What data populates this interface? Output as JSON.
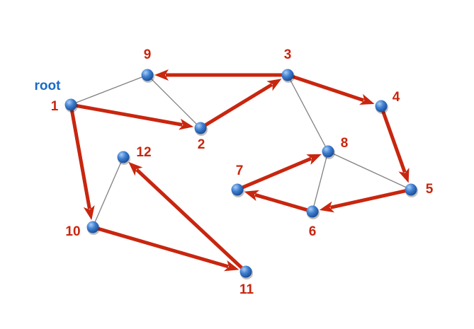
{
  "root_label": "root",
  "colors": {
    "tree_edge": "#c8260f",
    "graph_edge": "#808080",
    "node": "#3f7fd0",
    "root_label": "#1a6ac9",
    "node_label": "#c8260f"
  },
  "nodes": [
    {
      "id": "1",
      "label": "1"
    },
    {
      "id": "2",
      "label": "2"
    },
    {
      "id": "3",
      "label": "3"
    },
    {
      "id": "4",
      "label": "4"
    },
    {
      "id": "5",
      "label": "5"
    },
    {
      "id": "6",
      "label": "6"
    },
    {
      "id": "7",
      "label": "7"
    },
    {
      "id": "8",
      "label": "8"
    },
    {
      "id": "9",
      "label": "9"
    },
    {
      "id": "10",
      "label": "10"
    },
    {
      "id": "11",
      "label": "11"
    },
    {
      "id": "12",
      "label": "12"
    }
  ],
  "graph_edges": [
    [
      "1",
      "9"
    ],
    [
      "9",
      "2"
    ],
    [
      "3",
      "8"
    ],
    [
      "8",
      "6"
    ],
    [
      "8",
      "5"
    ],
    [
      "12",
      "10"
    ]
  ],
  "tree_edges": [
    [
      "1",
      "2"
    ],
    [
      "2",
      "3"
    ],
    [
      "3",
      "9"
    ],
    [
      "3",
      "4"
    ],
    [
      "4",
      "5"
    ],
    [
      "5",
      "6"
    ],
    [
      "6",
      "7"
    ],
    [
      "7",
      "8"
    ],
    [
      "1",
      "10"
    ],
    [
      "10",
      "11"
    ],
    [
      "11",
      "12"
    ]
  ]
}
